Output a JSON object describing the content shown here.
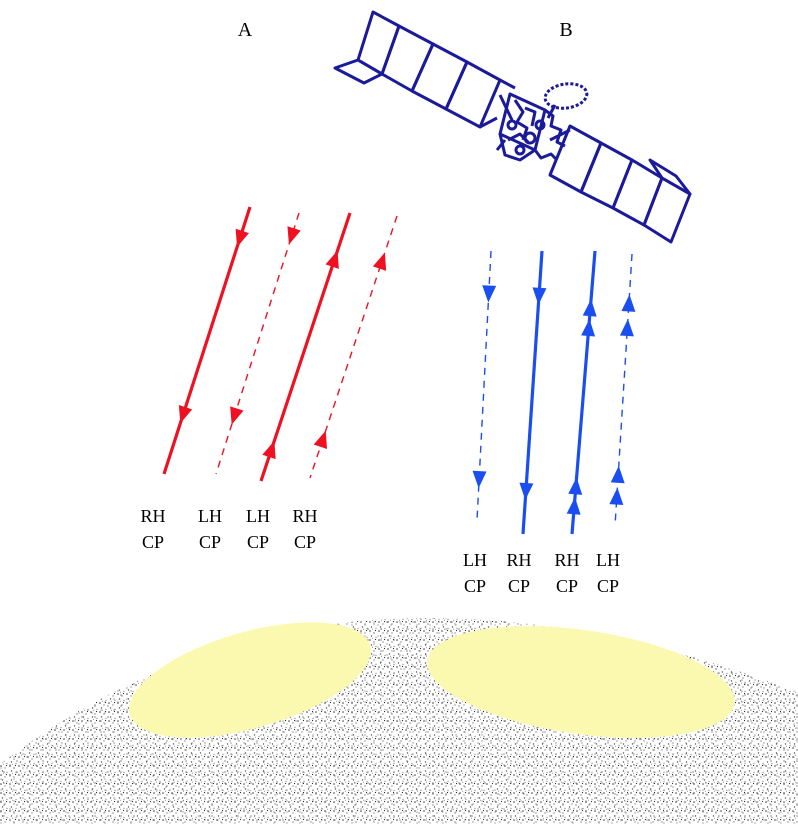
{
  "beams": {
    "a": {
      "label": "A"
    },
    "b": {
      "label": "B"
    }
  },
  "signals": {
    "a": [
      {
        "l1": "RH",
        "l2": "CP",
        "direction": "down",
        "line": "solid"
      },
      {
        "l1": "LH",
        "l2": "CP",
        "direction": "down",
        "line": "dashed"
      },
      {
        "l1": "LH",
        "l2": "CP",
        "direction": "up",
        "line": "solid"
      },
      {
        "l1": "RH",
        "l2": "CP",
        "direction": "up",
        "line": "dashed"
      }
    ],
    "b": [
      {
        "l1": "LH",
        "l2": "CP",
        "direction": "down",
        "line": "dashed"
      },
      {
        "l1": "RH",
        "l2": "CP",
        "direction": "down",
        "line": "solid"
      },
      {
        "l1": "RH",
        "l2": "CP",
        "direction": "up",
        "line": "solid"
      },
      {
        "l1": "LH",
        "l2": "CP",
        "direction": "up",
        "line": "dashed"
      }
    ]
  },
  "colors": {
    "beam_a": "#ee1122",
    "beam_b": "#1a4ef0",
    "satellite": "#1a1a9a",
    "footprint": "#fbf9b0",
    "earth_dots": "#444444"
  },
  "icons": {
    "satellite": "satellite-icon"
  }
}
